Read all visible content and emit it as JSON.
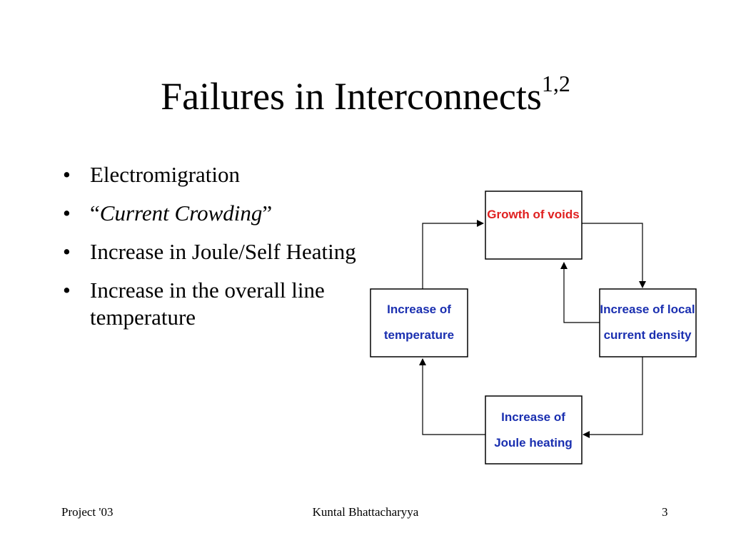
{
  "title": {
    "text": "Failures in Interconnects",
    "superscript": "1,2"
  },
  "bullets": [
    {
      "id": "electromigration",
      "text": "Electromigration"
    },
    {
      "id": "current-crowding",
      "open_quote": "“",
      "text": "Current Crowding",
      "close_quote": "”"
    },
    {
      "id": "joule-heating",
      "text": "Increase in Joule/Self Heating"
    },
    {
      "id": "line-temperature",
      "text": "Increase in the overall line temperature"
    }
  ],
  "bullet_symbol": "•",
  "diagram": {
    "nodes": {
      "growth": {
        "lines": [
          "Growth of voids"
        ],
        "color": "#e02020"
      },
      "current": {
        "lines": [
          "Increase of local",
          "current density"
        ],
        "color": "#1a2fb0"
      },
      "joule": {
        "lines": [
          "Increase of",
          "Joule heating"
        ],
        "color": "#1a2fb0"
      },
      "temperature": {
        "lines": [
          "Increase of",
          "temperature"
        ],
        "color": "#1a2fb0"
      }
    }
  },
  "footer": {
    "left": "Project '03",
    "center": "Kuntal Bhattacharyya",
    "right": "3"
  }
}
